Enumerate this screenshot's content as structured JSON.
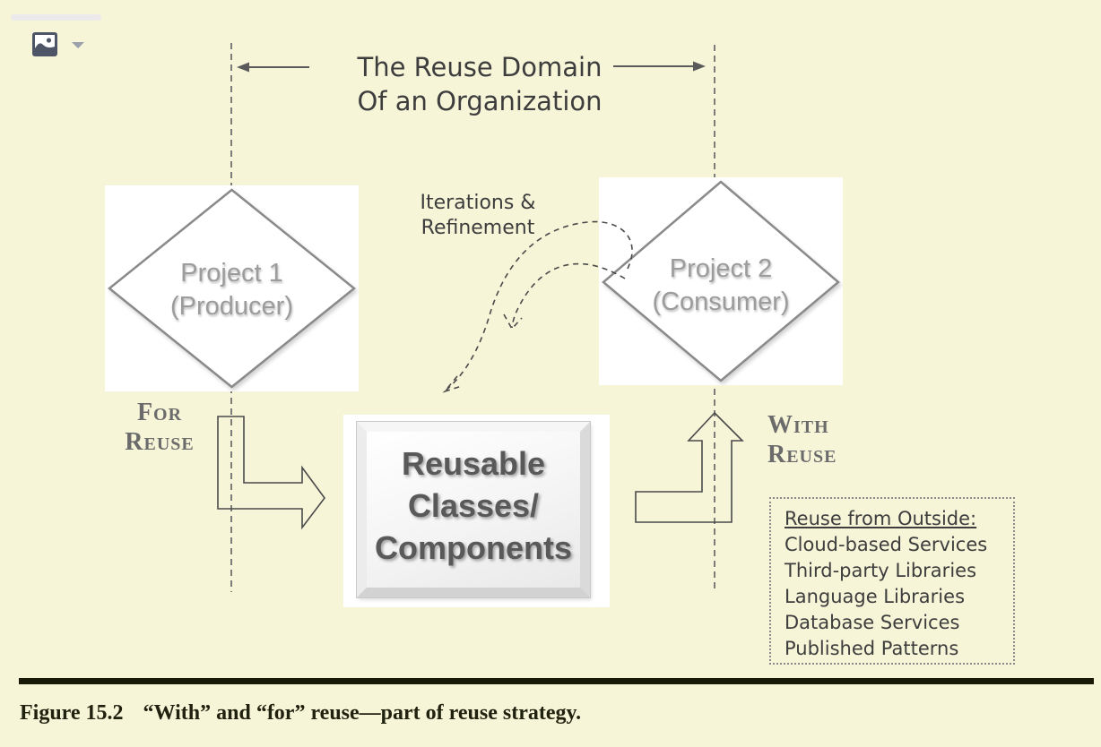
{
  "toolbar": {
    "image_button_icon": "image-icon",
    "caret_icon": "dropdown-caret-icon"
  },
  "diagram": {
    "title_line1": "The Reuse Domain",
    "title_line2": "Of an Organization",
    "project1_line1": "Project 1",
    "project1_line2": "(Producer)",
    "project2_line1": "Project 2",
    "project2_line2": "(Consumer)",
    "iterations_line1": "Iterations &",
    "iterations_line2": "Refinement",
    "for_reuse_line1": "For",
    "for_reuse_line2": "Reuse",
    "with_reuse_line1": "With",
    "with_reuse_line2": "Reuse",
    "center_line1": "Reusable",
    "center_line2": "Classes/",
    "center_line3": "Components",
    "outside_heading": "Reuse from Outside:",
    "outside_items": [
      "Cloud-based Services",
      "Third-party Libraries",
      "Language Libraries",
      "Database Services",
      "Published Patterns"
    ]
  },
  "caption": {
    "label": "Figure 15.2",
    "text": "“With” and “for” reuse—part of reuse strategy."
  },
  "colors": {
    "background": "#f7f5d8",
    "dashed_line": "#6e6e6e",
    "diamond_stroke": "#8a8a8a",
    "muted_label": "#9c9c9c",
    "smallcaps_label": "#6b6b6b",
    "ink": "#3d3d3d",
    "caption_ink": "#21210f",
    "rule": "#191908",
    "icon_slate": "#4d5566"
  }
}
